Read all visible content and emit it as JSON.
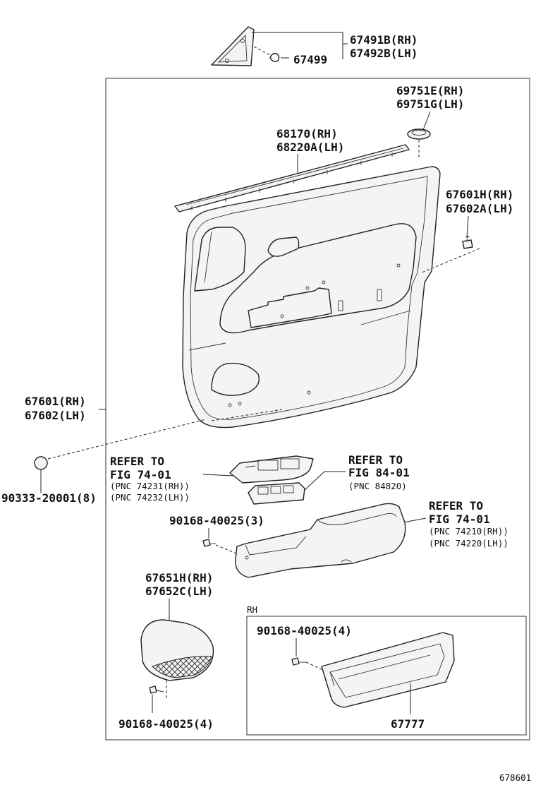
{
  "diagram": {
    "drawing_number": "678601",
    "callouts": {
      "mirror_cover_rh": "67491B(RH)",
      "mirror_cover_lh": "67492B(LH)",
      "mirror_clip": "67499",
      "cap_rh": "69751E(RH)",
      "cap_lh": "69751G(LH)",
      "weatherstrip_rh": "68170(RH)",
      "weatherstrip_lh": "68220A(LH)",
      "clip_rh": "67601H(RH)",
      "clip_lh": "67602A(LH)",
      "panel_rh": "67601(RH)",
      "panel_lh": "67602(LH)",
      "plug": "90333-20001(8)",
      "ref_switch_title": "REFER TO",
      "ref_switch_fig": "FIG 74-01",
      "ref_switch_pnc_rh": "(PNC 74231(RH))",
      "ref_switch_pnc_lh": "(PNC 74232(LH))",
      "ref_switch2_title": "REFER TO",
      "ref_switch2_fig": "FIG 84-01",
      "ref_switch2_pnc": "(PNC 84820)",
      "screw_armrest": "90168-40025(3)",
      "ref_armrest_title": "REFER TO",
      "ref_armrest_fig": "FIG 74-01",
      "ref_armrest_pnc_rh": "(PNC 74210(RH))",
      "ref_armrest_pnc_lh": "(PNC 74220(LH))",
      "speaker_cover_rh": "67651H(RH)",
      "speaker_cover_lh": "67652C(LH)",
      "screw_speaker": "90168-40025(4)",
      "inset_side": "RH",
      "screw_pocket": "90168-40025(4)",
      "pocket": "67777"
    }
  }
}
